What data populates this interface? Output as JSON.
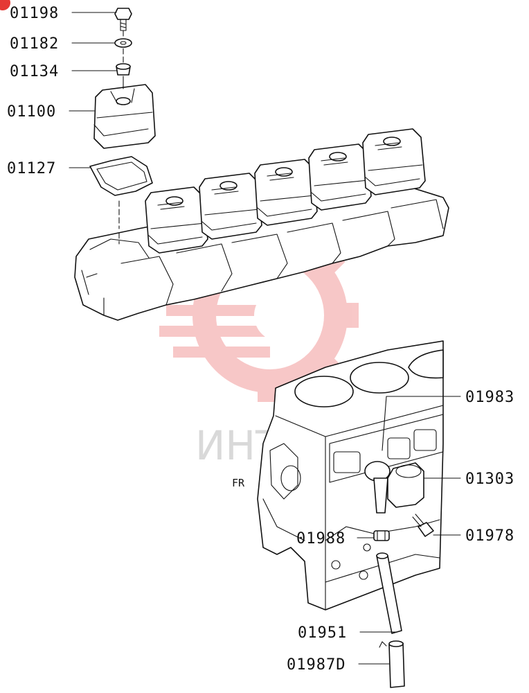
{
  "colors": {
    "line": "#111111",
    "watermark_red": "#f29a9a",
    "watermark_gray": "#d9d9d9"
  },
  "watermark": {
    "text": "ИНТЕ"
  },
  "direction_label": "FR",
  "callouts": [
    {
      "id": "c1",
      "label": "01198"
    },
    {
      "id": "c2",
      "label": "01182"
    },
    {
      "id": "c3",
      "label": "01134"
    },
    {
      "id": "c4",
      "label": "01100"
    },
    {
      "id": "c5",
      "label": "01127"
    },
    {
      "id": "c6",
      "label": "01983"
    },
    {
      "id": "c7",
      "label": "01303"
    },
    {
      "id": "c8",
      "label": "01978"
    },
    {
      "id": "c9",
      "label": "01988"
    },
    {
      "id": "c10",
      "label": "01951"
    },
    {
      "id": "c11",
      "label": "01987D"
    }
  ]
}
